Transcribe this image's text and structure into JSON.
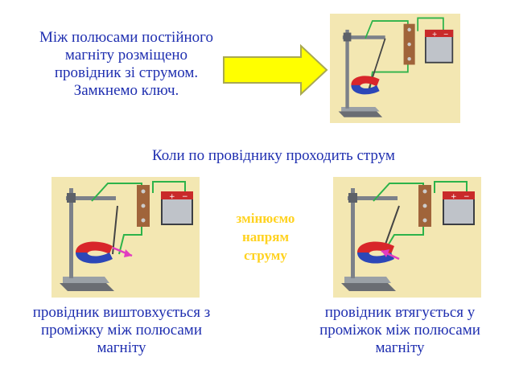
{
  "intro_lines": [
    "Між полюсами постійного",
    "магніту розміщено",
    "провідник зі струмом.",
    "Замкнемо ключ."
  ],
  "middle_caption": "Коли по провіднику проходить струм",
  "change_note_lines": [
    "змінюємо",
    "напрям",
    "струму"
  ],
  "left_caption_lines": [
    "провідник виштовхується з",
    "проміжку між полюсами",
    "магніту"
  ],
  "right_caption_lines": [
    "провідник втягується у",
    "проміжок між полюсами",
    "магніту"
  ],
  "battery": {
    "plus": "+",
    "minus": "−"
  },
  "colors": {
    "text": "#1f2fb0",
    "note": "#ffd21f",
    "scene_bg": "#f3e7b2",
    "arrow_fill": "#ffff00",
    "arrow_stroke": "#a8a852",
    "wire": "#2db34a",
    "magnet_north": "#d8262a",
    "magnet_south": "#2c47b8",
    "force_arrow": "#e23cc0"
  },
  "icons": [
    "right-arrow-icon",
    "battery-icon",
    "switch-icon",
    "magnet-icon",
    "stand-icon"
  ]
}
